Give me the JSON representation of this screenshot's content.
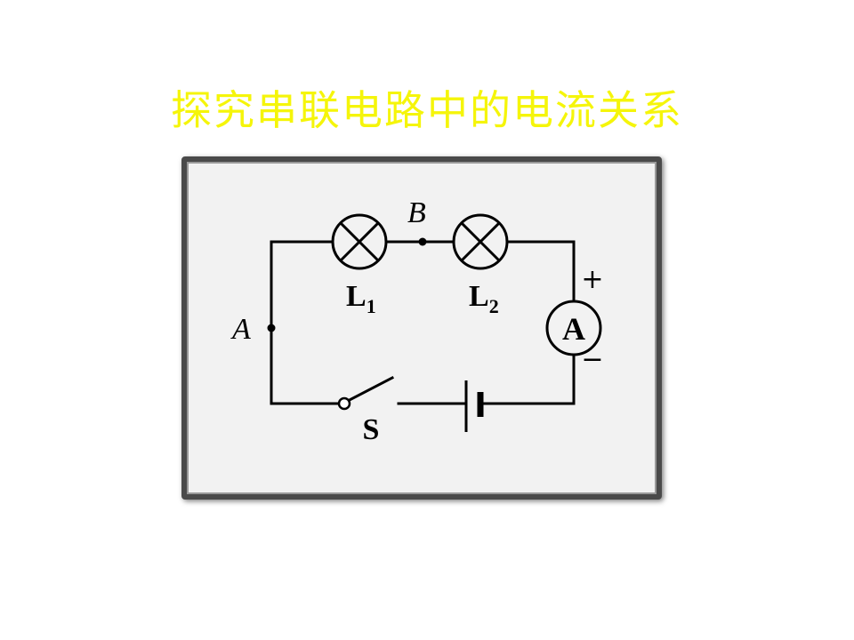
{
  "title": "探究串联电路中的电流关系",
  "diagram": {
    "point_a": "A",
    "point_b": "B",
    "lamp1": {
      "letter": "L",
      "sub": "1"
    },
    "lamp2": {
      "letter": "L",
      "sub": "2"
    },
    "ammeter": "A",
    "plus": "+",
    "minus": "−",
    "switch": "S"
  },
  "colors": {
    "title": "#f5f50a",
    "wire": "#000000",
    "panel": "#f2f2f2"
  }
}
